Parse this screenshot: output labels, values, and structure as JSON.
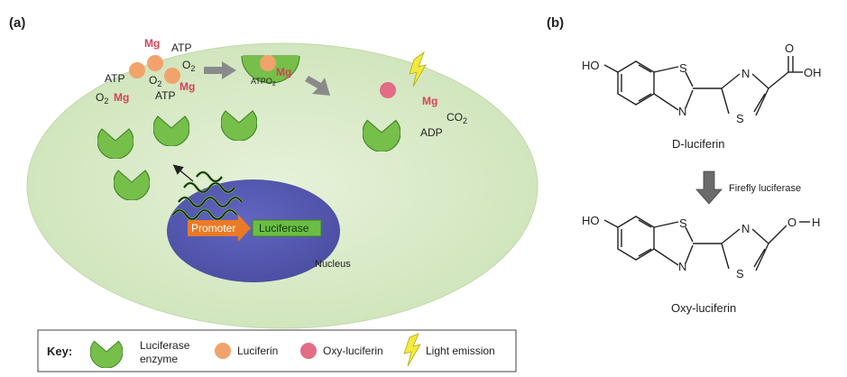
{
  "panels": {
    "a": "(a)",
    "b": "(b)"
  },
  "cell": {
    "reactants": {
      "atp": "ATP",
      "o2": "O",
      "o2_sub": "2",
      "mg": "Mg"
    },
    "complex": {
      "atp": "ATP",
      "o2": "O",
      "o2_sub": "2",
      "mg": "Mg"
    },
    "products": {
      "mg": "Mg",
      "co2": "CO",
      "co2_sub": "2",
      "adp": "ADP"
    },
    "promoter": "Promoter",
    "gene": "Luciferase",
    "nucleus": "Nucleus"
  },
  "key": {
    "title": "Key:",
    "enzyme": [
      "Luciferase",
      "enzyme"
    ],
    "luciferin": "Luciferin",
    "oxy": "Oxy-luciferin",
    "light": "Light emission"
  },
  "chemistry": {
    "d_luciferin": {
      "name": "D-luciferin",
      "ho": "HO",
      "s1": "S",
      "n1": "N",
      "n2": "N",
      "s2": "S",
      "o": "O",
      "oh": "OH"
    },
    "enzyme_arrow": "Firefly luciferase",
    "oxy_luciferin": {
      "name": "Oxy-luciferin",
      "ho": "HO",
      "s1": "S",
      "n1": "N",
      "n2": "N",
      "s2": "S",
      "o": "O",
      "h": "H"
    }
  },
  "colors": {
    "cell": "#dcebcd",
    "nucleus": "#5c5fb5",
    "enzyme": "#76bf4a",
    "luciferin": "#f2a36c",
    "oxyluciferin": "#e36c87",
    "light": "#f5ea3b",
    "promoter": "#ea7a26",
    "gene": "#6abe45",
    "arrow": "#8a8a8a"
  }
}
